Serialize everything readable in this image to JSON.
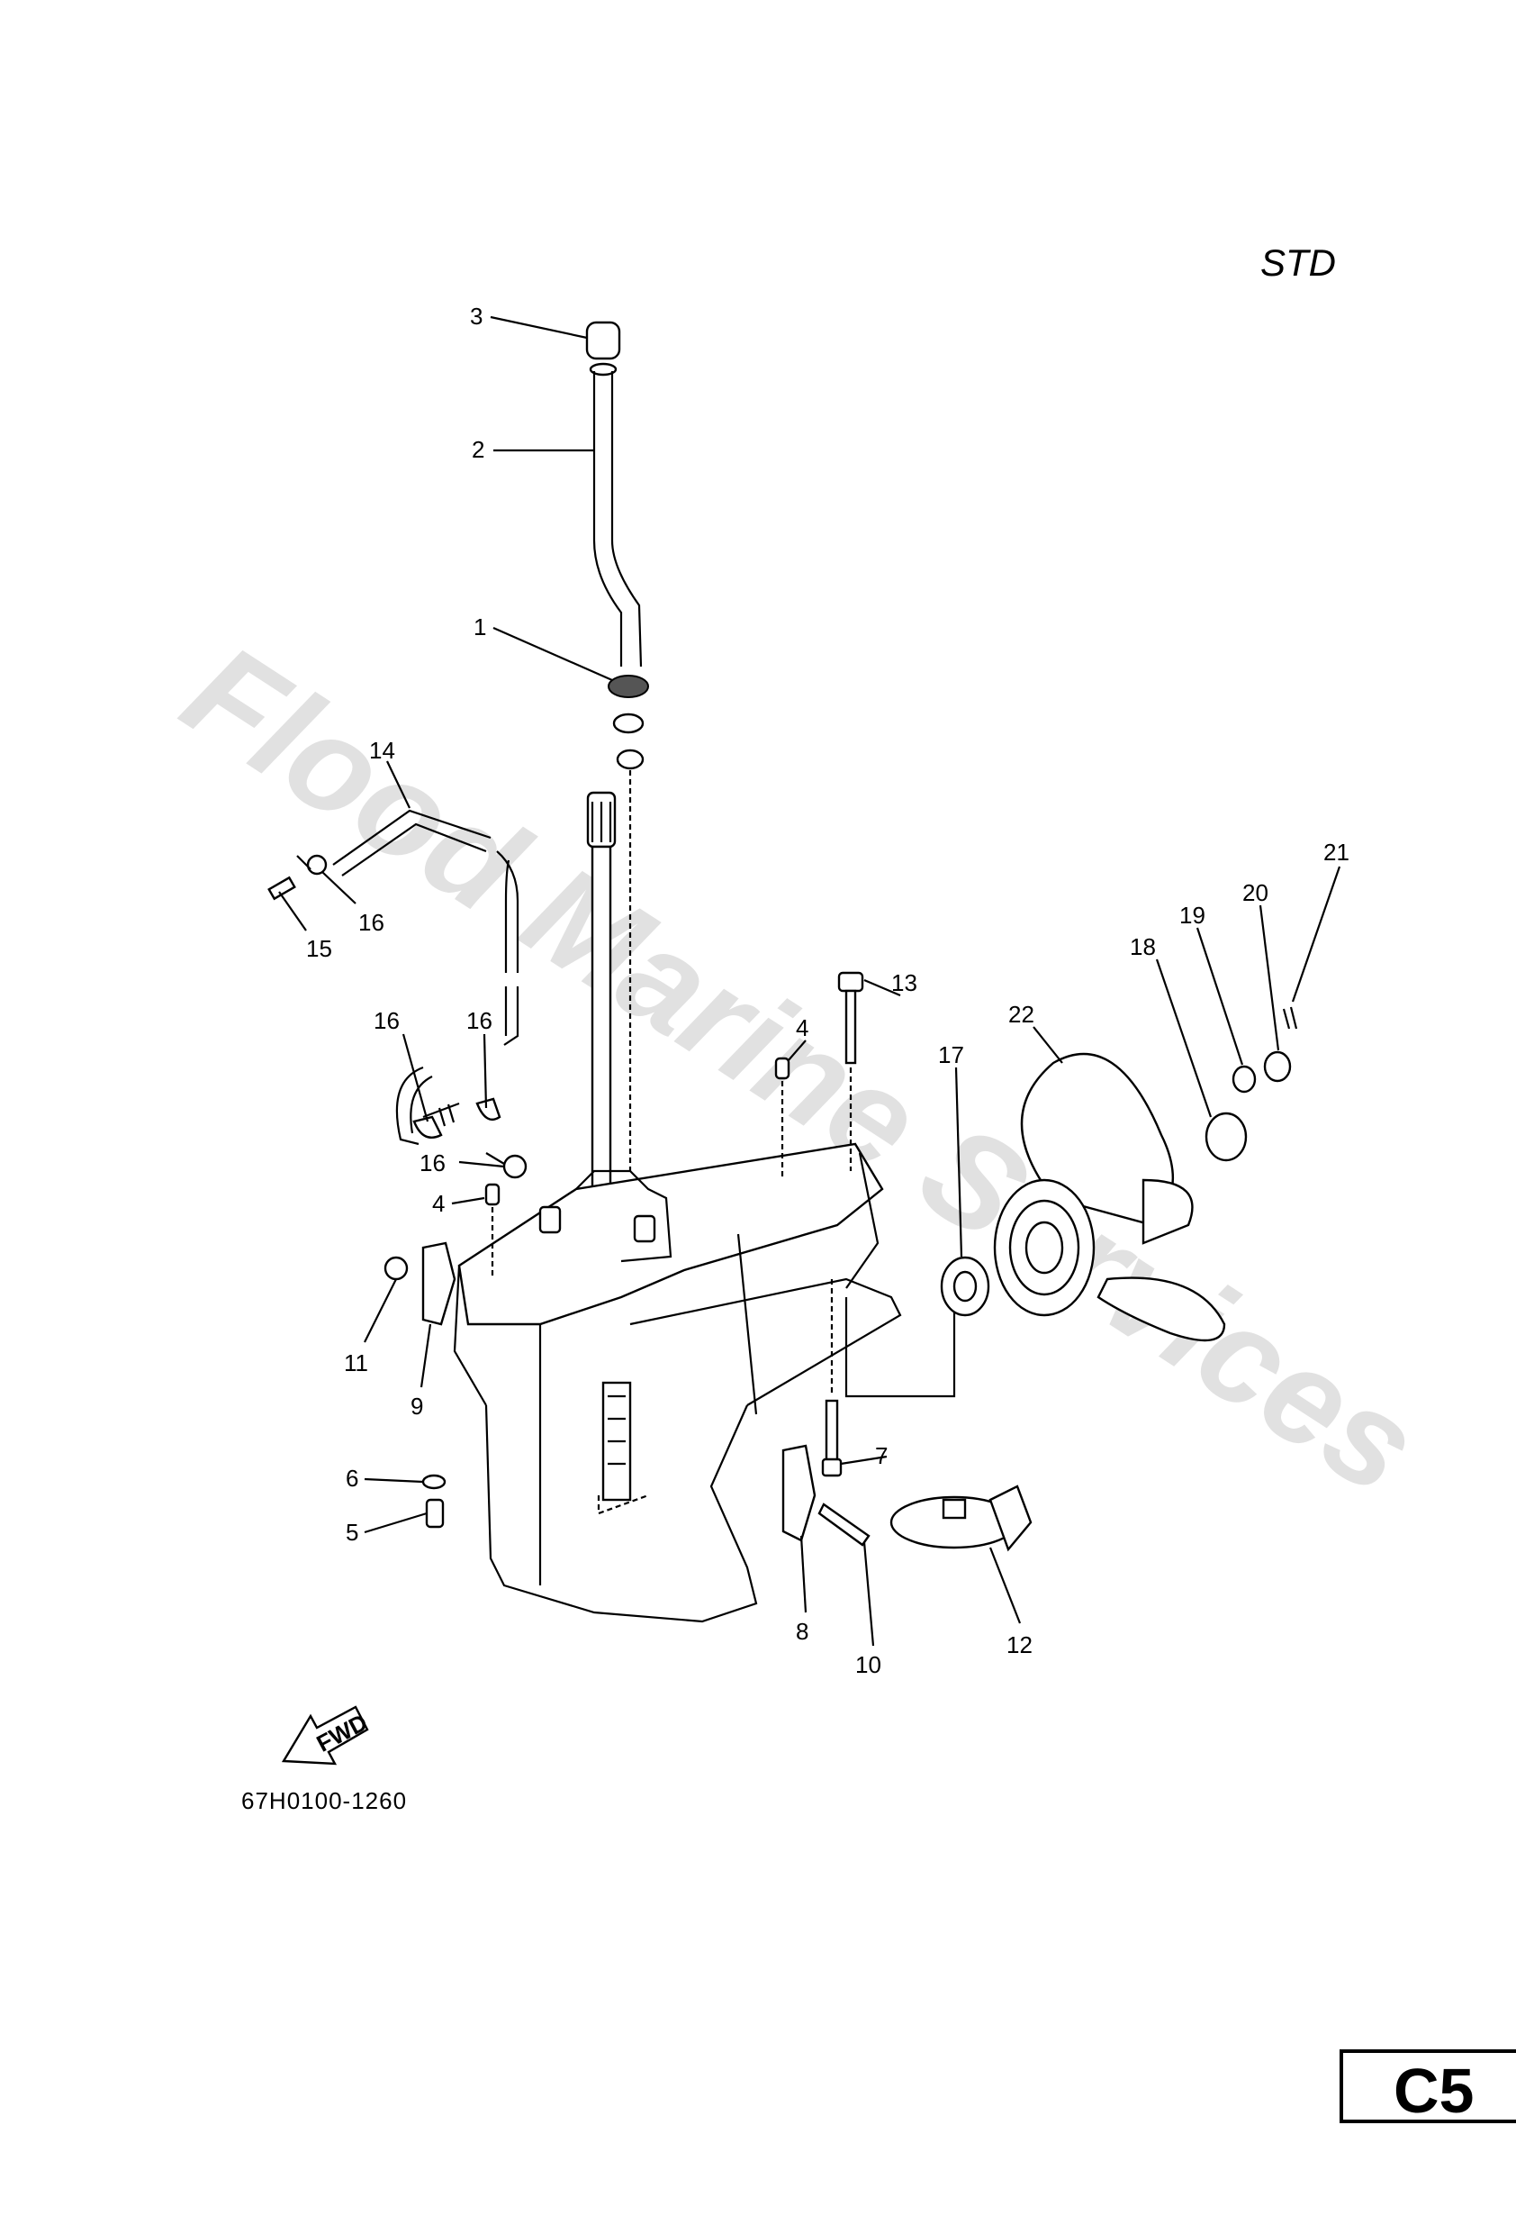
{
  "header": {
    "variant_label": "STD"
  },
  "watermark": {
    "text": "Flood Marine Services"
  },
  "callouts": [
    {
      "id": "c3",
      "label": "3"
    },
    {
      "id": "c2",
      "label": "2"
    },
    {
      "id": "c1",
      "label": "1"
    },
    {
      "id": "c14",
      "label": "14"
    },
    {
      "id": "c16a",
      "label": "16"
    },
    {
      "id": "c15",
      "label": "15"
    },
    {
      "id": "c16b",
      "label": "16"
    },
    {
      "id": "c16c",
      "label": "16"
    },
    {
      "id": "c16d",
      "label": "16"
    },
    {
      "id": "c4a",
      "label": "4"
    },
    {
      "id": "c4b",
      "label": "4"
    },
    {
      "id": "c13",
      "label": "13"
    },
    {
      "id": "c17",
      "label": "17"
    },
    {
      "id": "c22",
      "label": "22"
    },
    {
      "id": "c18",
      "label": "18"
    },
    {
      "id": "c19",
      "label": "19"
    },
    {
      "id": "c20",
      "label": "20"
    },
    {
      "id": "c21",
      "label": "21"
    },
    {
      "id": "c11",
      "label": "11"
    },
    {
      "id": "c9",
      "label": "9"
    },
    {
      "id": "c6",
      "label": "6"
    },
    {
      "id": "c5",
      "label": "5"
    },
    {
      "id": "c7",
      "label": "7"
    },
    {
      "id": "c8",
      "label": "8"
    },
    {
      "id": "c10",
      "label": "10"
    },
    {
      "id": "c12",
      "label": "12"
    }
  ],
  "direction_arrow": {
    "label": "FWD",
    "icon": "fwd-arrow-icon"
  },
  "footer": {
    "drawing_code": "67H0100-1260",
    "page_id": "C5"
  }
}
